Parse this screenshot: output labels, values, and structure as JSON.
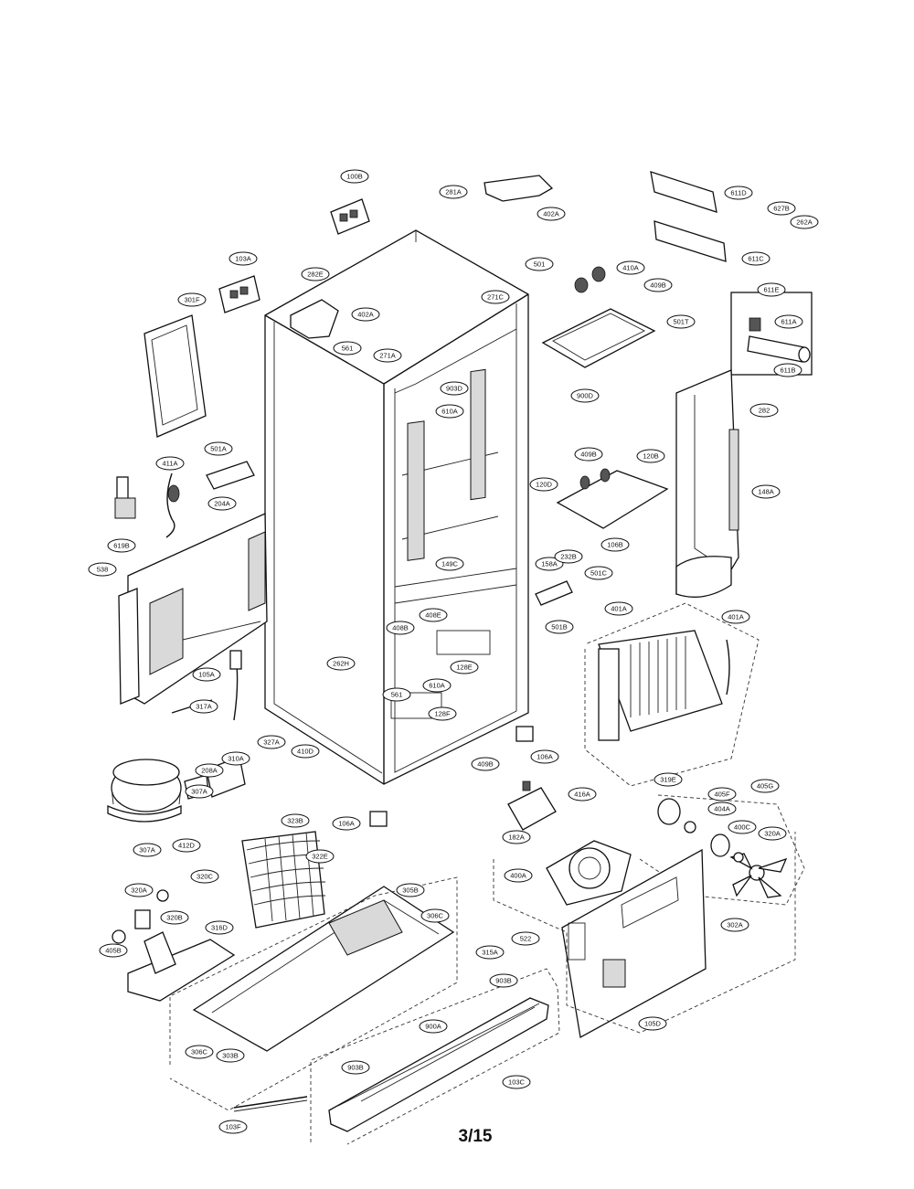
{
  "page": {
    "number": "3/15"
  },
  "labels": [
    {
      "id": "l100b",
      "text": "100B"
    },
    {
      "id": "l281a",
      "text": "281A"
    },
    {
      "id": "l402a1",
      "text": "402A"
    },
    {
      "id": "l611d",
      "text": "611D"
    },
    {
      "id": "l627b",
      "text": "627B"
    },
    {
      "id": "l262a",
      "text": "262A"
    },
    {
      "id": "l611c",
      "text": "611C"
    },
    {
      "id": "l103a",
      "text": "103A"
    },
    {
      "id": "l282e",
      "text": "282E"
    },
    {
      "id": "l501",
      "text": "501"
    },
    {
      "id": "l410a",
      "text": "410A"
    },
    {
      "id": "l271c",
      "text": "271C"
    },
    {
      "id": "l409b1",
      "text": "409B"
    },
    {
      "id": "l611e",
      "text": "611E"
    },
    {
      "id": "l301f",
      "text": "301F"
    },
    {
      "id": "l402a2",
      "text": "402A"
    },
    {
      "id": "l501t",
      "text": "501T"
    },
    {
      "id": "l611a",
      "text": "611A"
    },
    {
      "id": "l561",
      "text": "561"
    },
    {
      "id": "l271a",
      "text": "271A"
    },
    {
      "id": "l900d",
      "text": "900D"
    },
    {
      "id": "l611b",
      "text": "611B"
    },
    {
      "id": "l903d",
      "text": "903D"
    },
    {
      "id": "l610a",
      "text": "610A"
    },
    {
      "id": "l282",
      "text": "282"
    },
    {
      "id": "l501a",
      "text": "501A"
    },
    {
      "id": "l411a",
      "text": "411A"
    },
    {
      "id": "l409b2",
      "text": "409B"
    },
    {
      "id": "l120b",
      "text": "120B"
    },
    {
      "id": "l204a",
      "text": "204A"
    },
    {
      "id": "l120d",
      "text": "120D"
    },
    {
      "id": "l148a",
      "text": "148A"
    },
    {
      "id": "l619b",
      "text": "619B"
    },
    {
      "id": "l149c",
      "text": "149C"
    },
    {
      "id": "l158a",
      "text": "158A"
    },
    {
      "id": "l106b1",
      "text": "106B"
    },
    {
      "id": "l232b",
      "text": "232B"
    },
    {
      "id": "l538",
      "text": "538"
    },
    {
      "id": "l501c",
      "text": "501C"
    },
    {
      "id": "l408e",
      "text": "408E"
    },
    {
      "id": "l408b",
      "text": "408B"
    },
    {
      "id": "l501b",
      "text": "501B"
    },
    {
      "id": "l401a1",
      "text": "401A"
    },
    {
      "id": "l401a2",
      "text": "401A"
    },
    {
      "id": "l262h",
      "text": "262H"
    },
    {
      "id": "l128e",
      "text": "128E"
    },
    {
      "id": "l610a2",
      "text": "610A"
    },
    {
      "id": "l105a",
      "text": "105A"
    },
    {
      "id": "l561b",
      "text": "561"
    },
    {
      "id": "l128f",
      "text": "128F"
    },
    {
      "id": "l317a",
      "text": "317A"
    },
    {
      "id": "l327a",
      "text": "327A"
    },
    {
      "id": "l410d",
      "text": "410D"
    },
    {
      "id": "l409b3",
      "text": "409B"
    },
    {
      "id": "l106a1",
      "text": "106A"
    },
    {
      "id": "l310a",
      "text": "310A"
    },
    {
      "id": "l208a",
      "text": "208A"
    },
    {
      "id": "l416a",
      "text": "416A"
    },
    {
      "id": "l319e",
      "text": "319E"
    },
    {
      "id": "l405f",
      "text": "405F"
    },
    {
      "id": "l405g",
      "text": "405G"
    },
    {
      "id": "l307a1",
      "text": "307A"
    },
    {
      "id": "l404a",
      "text": "404A"
    },
    {
      "id": "l323b",
      "text": "323B"
    },
    {
      "id": "l106a2",
      "text": "106A"
    },
    {
      "id": "l182a",
      "text": "182A"
    },
    {
      "id": "l307a2",
      "text": "307A"
    },
    {
      "id": "l412d",
      "text": "412D"
    },
    {
      "id": "l400c",
      "text": "400C"
    },
    {
      "id": "l320a1",
      "text": "320A"
    },
    {
      "id": "l322e",
      "text": "322E"
    },
    {
      "id": "l320c",
      "text": "320C"
    },
    {
      "id": "l400a",
      "text": "400A"
    },
    {
      "id": "l320a2",
      "text": "320A"
    },
    {
      "id": "l305b",
      "text": "305B"
    },
    {
      "id": "l320b",
      "text": "320B"
    },
    {
      "id": "l316d",
      "text": "316D"
    },
    {
      "id": "l306c",
      "text": "306C"
    },
    {
      "id": "l522",
      "text": "522"
    },
    {
      "id": "l302a",
      "text": "302A"
    },
    {
      "id": "l405b",
      "text": "405B"
    },
    {
      "id": "l315a",
      "text": "315A"
    },
    {
      "id": "l903b1",
      "text": "903B"
    },
    {
      "id": "l900a",
      "text": "900A"
    },
    {
      "id": "l105d",
      "text": "105D"
    },
    {
      "id": "l306c2",
      "text": "306C"
    },
    {
      "id": "l303b",
      "text": "303B"
    },
    {
      "id": "l903b2",
      "text": "903B"
    },
    {
      "id": "l103c",
      "text": "103C"
    },
    {
      "id": "l103f",
      "text": "103F"
    }
  ]
}
